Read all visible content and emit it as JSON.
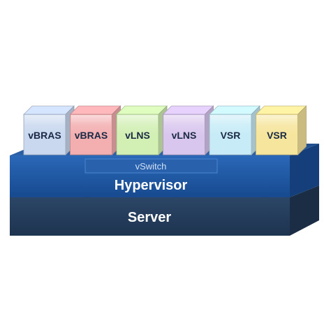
{
  "layers": {
    "hypervisor": {
      "label": "Hypervisor",
      "color": "#1f5aa6"
    },
    "vswitch": {
      "label": "vSwitch"
    },
    "server": {
      "label": "Server",
      "color": "#243b5a"
    }
  },
  "vms": [
    {
      "label": "vBRAS",
      "color": "#c9d8ef"
    },
    {
      "label": "vBRAS",
      "color": "#f3aeb0"
    },
    {
      "label": "vLNS",
      "color": "#d2efb4"
    },
    {
      "label": "vLNS",
      "color": "#d9c6ee"
    },
    {
      "label": "VSR",
      "color": "#c7ecf7"
    },
    {
      "label": "VSR",
      "color": "#f6e59c"
    }
  ]
}
